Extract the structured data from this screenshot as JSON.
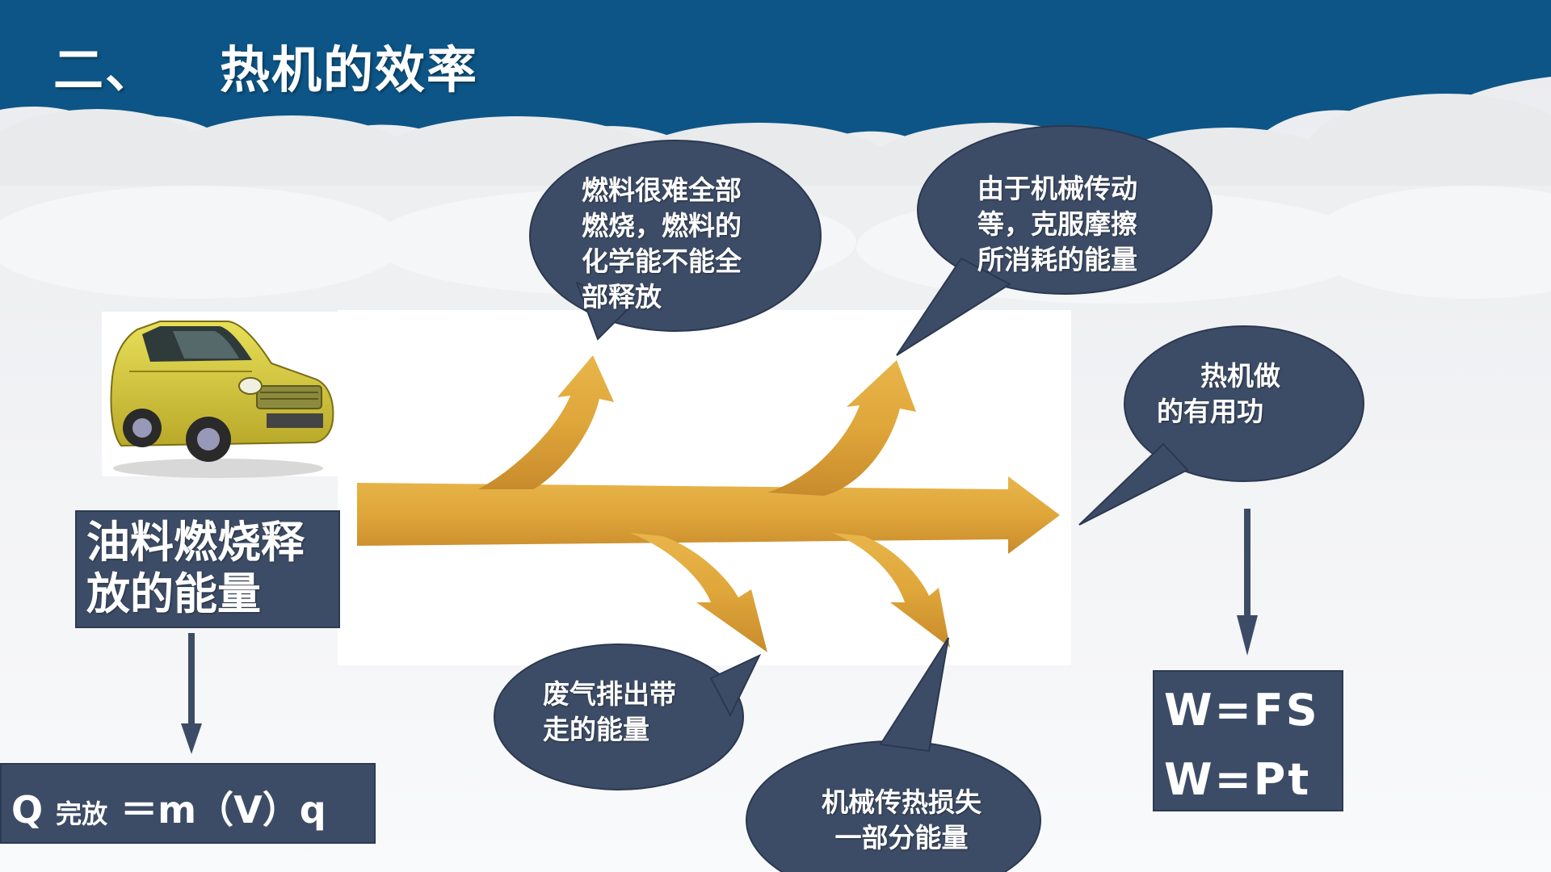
{
  "header": {
    "section_number": "二、",
    "title": "热机的效率"
  },
  "bubbles": {
    "fuel_unburned": [
      "燃料很难全部",
      "燃烧，燃料的",
      "化学能不能全",
      "部释放"
    ],
    "friction": [
      "由于机械传动",
      "等，克服摩擦",
      "所消耗的能量"
    ],
    "useful_work": [
      "热机做",
      "的有用功"
    ],
    "exhaust": [
      "废气排出带",
      "走的能量"
    ],
    "heat_loss": [
      "机械传热损失",
      "一部分能量"
    ]
  },
  "fuel_box": {
    "lines": [
      "油料燃烧释",
      "放的能量"
    ]
  },
  "formulas": {
    "q_prefix": "Q",
    "q_subscript": "完放",
    "q_rest": "＝m（V）q",
    "w1": "W=FS",
    "w2": "W=Pt"
  },
  "colors": {
    "header_blue": "#0d5586",
    "bubble_fill": "#3d4c66",
    "arrow_gold": "#e0a838",
    "car_yellow": "#d8cc38"
  }
}
